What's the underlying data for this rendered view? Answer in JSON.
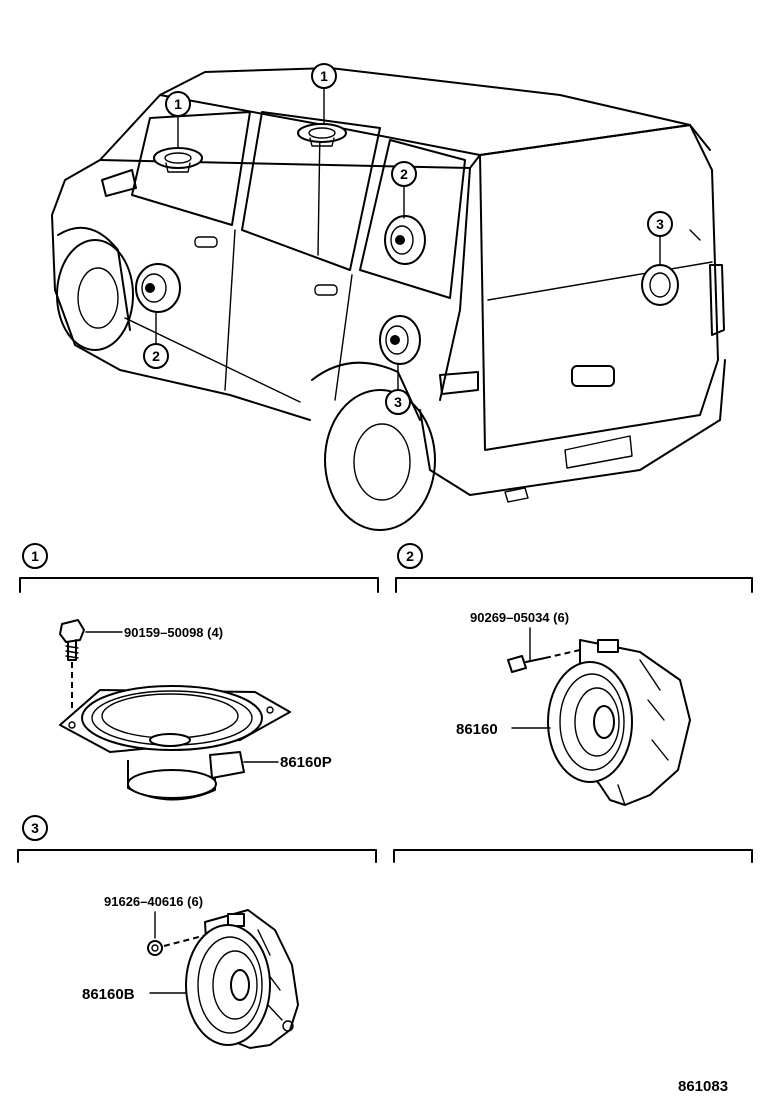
{
  "callouts": {
    "one": "1",
    "two": "2",
    "three": "3"
  },
  "sections": [
    {
      "label": "1"
    },
    {
      "label": "2"
    },
    {
      "label": "3"
    }
  ],
  "parts": {
    "bolt_1": "90159–50098 (4)",
    "speaker_front_door": "86160P",
    "clip_2": "90269–05034 (6)",
    "speaker_2": "86160",
    "clip_3": "91626–40616 (6)",
    "speaker_3": "86160B"
  },
  "figure_number": "861083"
}
